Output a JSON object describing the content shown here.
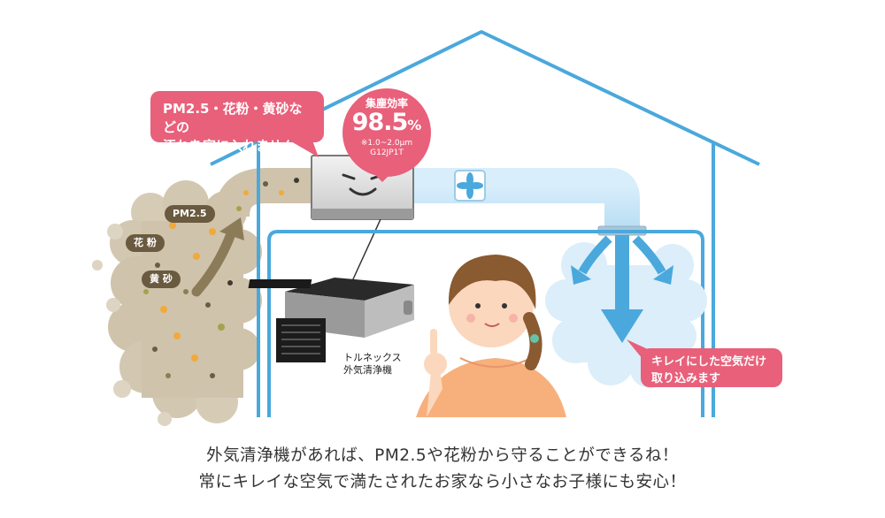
{
  "callouts": {
    "protect_line1": "PM2.5・花粉・黄砂などの",
    "protect_line2": "汚れを家に入れません",
    "clean_line1": "キレイにした空気だけ",
    "clean_line2": "取り込みます"
  },
  "efficiency": {
    "label": "集塵効率",
    "value": "98.5",
    "unit": "%",
    "note_line1": "※1.0~2.0μm",
    "note_line2": "G12JP1T"
  },
  "pollutant_tags": [
    "PM2.5",
    "花 粉",
    "黄 砂"
  ],
  "device": {
    "label_line1": "トルネックス",
    "label_line2": "外気清浄機"
  },
  "caption": {
    "line1": "外気清浄機があれば、PM2.5や花粉から守ることができるね！",
    "line2": "常にキレイな空気で満たされたお家なら小さなお子様にも安心！"
  },
  "colors": {
    "house_outline": "#4aa8dc",
    "accent_pink": "#e8607a",
    "dirty_air": "#c9bda5",
    "clean_air": "#dbeefa",
    "duct_dirty": "#cfc3ab",
    "duct_clean": "#bfe0f5"
  }
}
